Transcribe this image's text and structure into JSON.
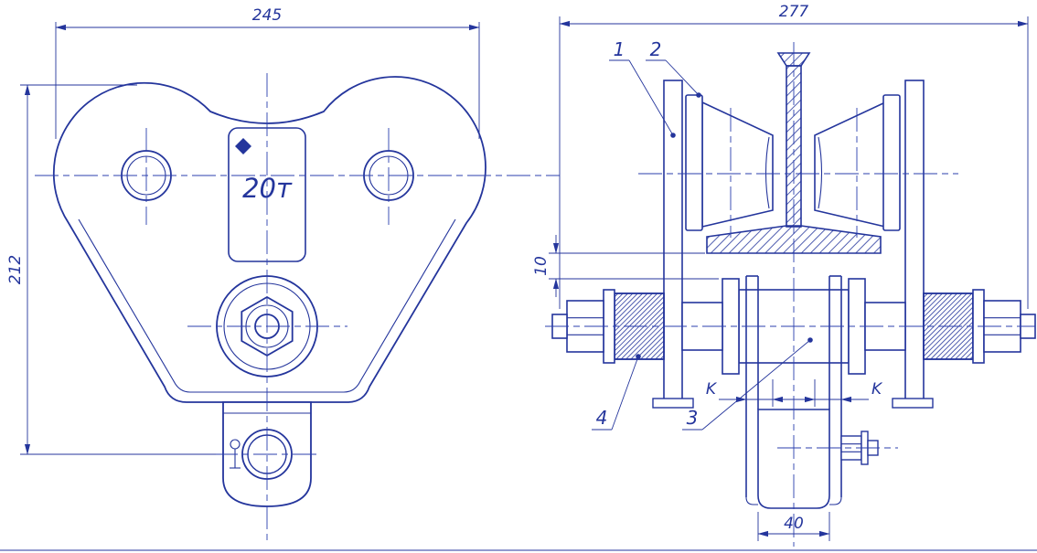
{
  "drawing": {
    "background": "#ffffff",
    "line_color": "#24359c",
    "front_view": {
      "capacity_plate": "20т",
      "dim_width": "245",
      "dim_height": "212"
    },
    "side_view": {
      "dim_width": "277",
      "dim_gap": "10",
      "dim_bracket": "40",
      "dim_clearance_left": "K",
      "dim_clearance_right": "K",
      "callouts": [
        "1",
        "2",
        "3",
        "4"
      ]
    }
  }
}
